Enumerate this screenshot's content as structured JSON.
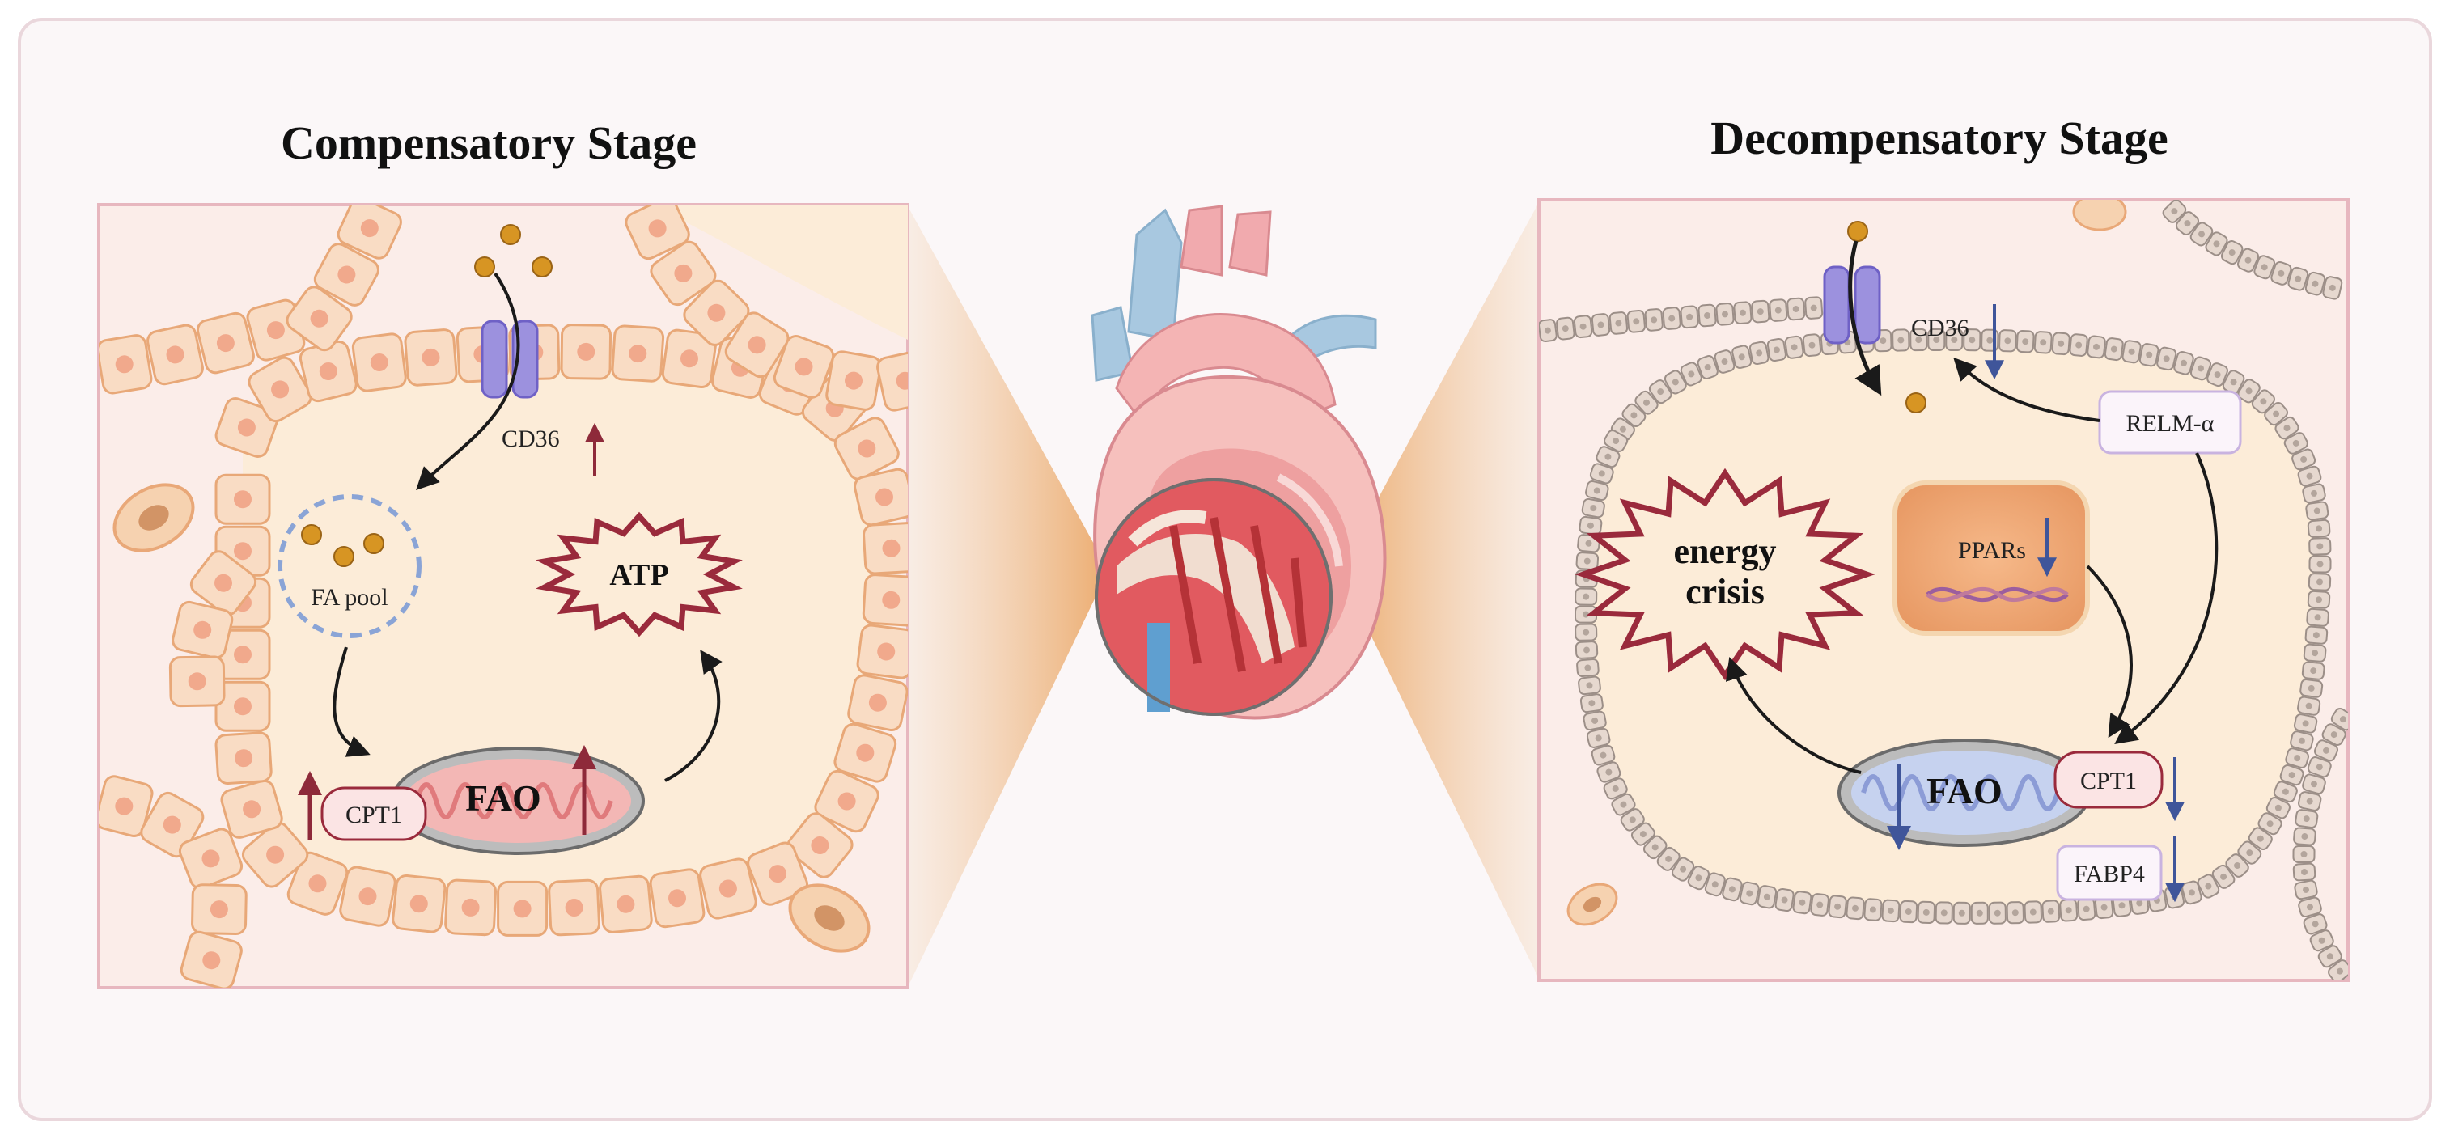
{
  "left_panel": {
    "title": "Compensatory Stage",
    "cd36": "CD36",
    "fa_pool": "FA pool",
    "atp": "ATP",
    "cpt1": "CPT1",
    "fao": "FAO"
  },
  "right_panel": {
    "title": "Decompensatory Stage",
    "cd36": "CD36",
    "relm": "RELM-α",
    "energy_line1": "energy",
    "energy_line2": "crisis",
    "ppars": "PPARs",
    "fao": "FAO",
    "cpt1": "CPT1",
    "fabp4": "FABP4"
  },
  "colors": {
    "up_arrow": "#8e2a3a",
    "down_arrow": "#3f559a",
    "cell_fill": "#f9dcc4",
    "nucleus": "#f1a98c",
    "panel_bg": "#fdf1ec",
    "channel": "#8f84d6",
    "fa_dot": "#d79523"
  }
}
